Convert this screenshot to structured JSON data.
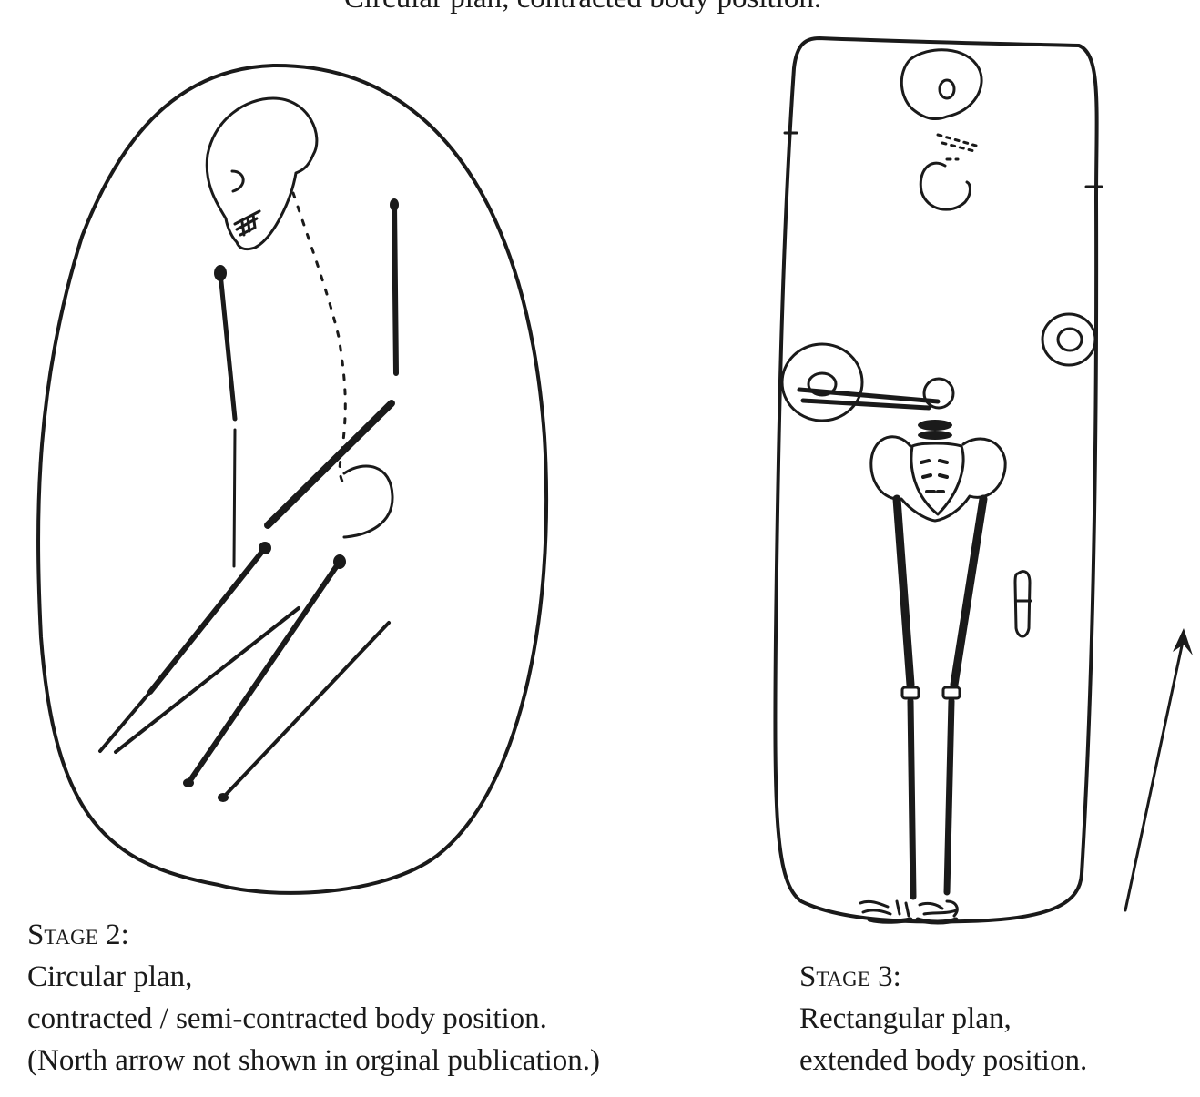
{
  "top_caption": "Circular plan, contracted body position.",
  "stage2": {
    "stage_label": "Stage 2:",
    "lines": [
      "Circular plan,",
      "contracted / semi-contracted body position.",
      "(North arrow not shown in orginal publication.)"
    ]
  },
  "stage3": {
    "stage_label": "Stage 3:",
    "lines": [
      "Rectangular plan,",
      "extended body position."
    ]
  },
  "colors": {
    "ink": "#1a1a1a",
    "background": "#ffffff"
  }
}
